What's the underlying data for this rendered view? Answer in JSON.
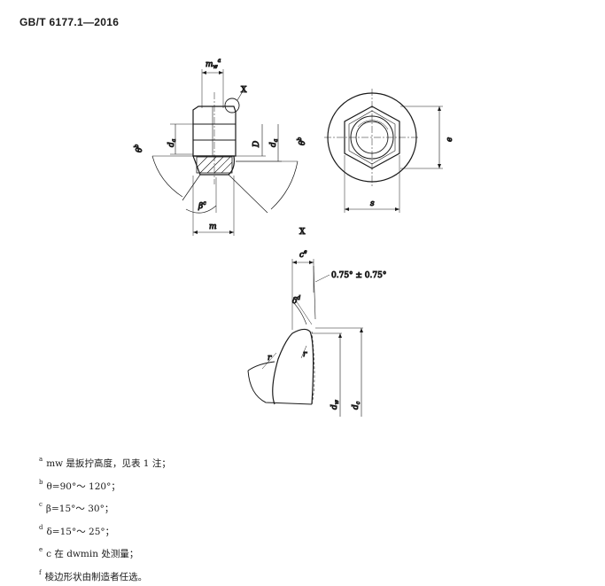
{
  "header": {
    "standard": "GB/T 6177.1—2016"
  },
  "figure": {
    "labels": {
      "mw": "m",
      "mw_sub": "w",
      "mw_sup": "a",
      "x_top": "X",
      "theta_left": "θ",
      "theta_left_sup": "b",
      "theta_right": "θ",
      "theta_right_sup": "b",
      "da_left": "d",
      "da_left_sub": "a",
      "da_right": "d",
      "da_right_sub": "a",
      "D": "D",
      "beta": "β",
      "beta_sup": "c",
      "m": "m",
      "e": "e",
      "s": "s",
      "x_detail": "X",
      "c": "c",
      "c_sup": "e",
      "angle": "0.75° ± 0.75°",
      "delta": "δ",
      "delta_sup": "d",
      "r_left": "r",
      "r_right": "r",
      "dw": "d",
      "dw_sub": "w",
      "dc": "d",
      "dc_sub": "c"
    }
  },
  "notes": [
    {
      "mark": "a",
      "text": "mw 是扳拧高度，见表 1 注；"
    },
    {
      "mark": "b",
      "text": "θ=90°～ 120°；"
    },
    {
      "mark": "c",
      "text": "β=15°～ 30°；"
    },
    {
      "mark": "d",
      "text": "δ=15°～ 25°；"
    },
    {
      "mark": "e",
      "text": "c 在 dwmin 处测量；"
    },
    {
      "mark": "f",
      "text": "棱边形状由制造者任选。"
    }
  ]
}
